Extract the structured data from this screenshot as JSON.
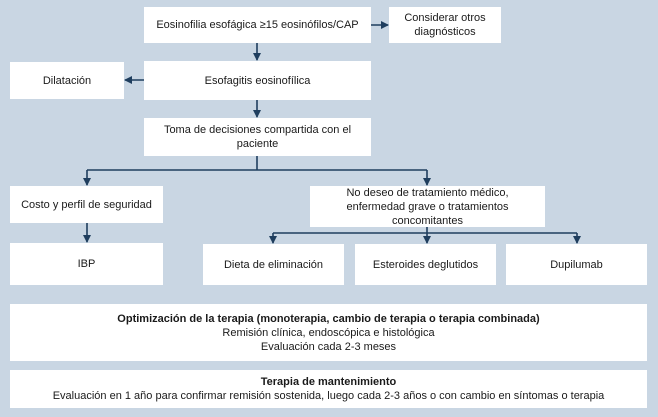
{
  "nodes": {
    "eosinofilia": "Eosinofilia esofágica ≥15 eosinófilos/CAP",
    "considerar": "Considerar otros diagnósticos",
    "dilatacion": "Dilatación",
    "esofagitis": "Esofagitis eosinofílica",
    "toma_decisiones": "Toma de decisiones compartida con el paciente",
    "costo": "Costo y perfil de seguridad",
    "no_deseo": "No deseo de tratamiento médico, enfermedad grave o tratamientos concomitantes",
    "ibp": "IBP",
    "dieta": "Dieta de eliminación",
    "esteroides": "Esteroides deglutidos",
    "dupilumab": "Dupilumab",
    "optimizacion": {
      "title": "Optimización de la terapia (monoterapia, cambio de terapia o terapia combinada)",
      "line1": "Remisión clínica, endoscópica e histológica",
      "line2": "Evaluación cada 2-3 meses"
    },
    "mantenimiento": {
      "title": "Terapia de mantenimiento",
      "line1": "Evaluación en 1 año para confirmar remisión sostenida, luego cada 2-3 años o con cambio en síntomas o terapia"
    }
  },
  "colors": {
    "background": "#c9d6e3",
    "box": "#ffffff",
    "connector": "#1f3e5e"
  }
}
